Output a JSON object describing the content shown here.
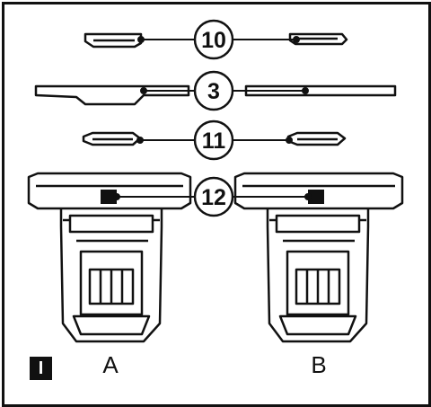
{
  "figure": {
    "badge": "I",
    "callouts": [
      "10",
      "3",
      "11",
      "12"
    ],
    "labels": {
      "left": "A",
      "right": "B"
    }
  }
}
